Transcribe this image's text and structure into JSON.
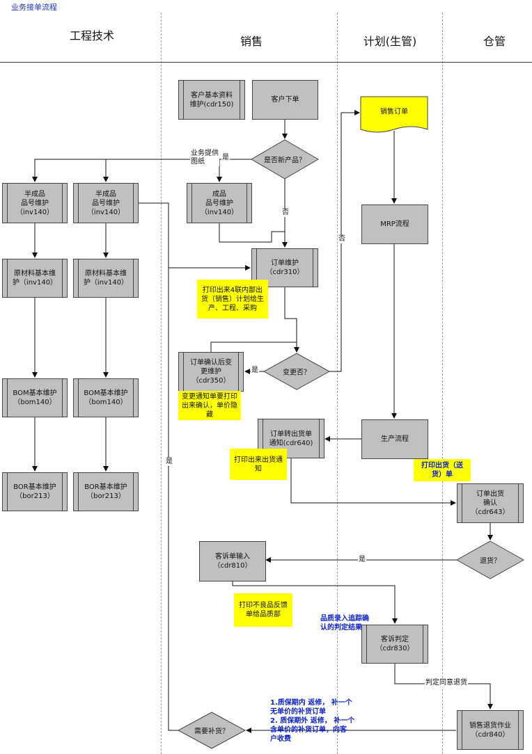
{
  "page_title": "业务接单流程",
  "lanes": [
    {
      "id": "engineering",
      "label": "工程技术"
    },
    {
      "id": "sales",
      "label": "销售"
    },
    {
      "id": "planning",
      "label": "计划(生管)"
    },
    {
      "id": "warehouse",
      "label": "仓管"
    }
  ],
  "nodes": {
    "semi1": "半成品\n品号维护\n（inv140）",
    "semi2": "半成品\n品号维护\n（inv140）",
    "raw1": "原材料基本维\n护（inv140）",
    "raw2": "原材料基本维\n护（inv140）",
    "bom1": "BOM基本维护\n（bom140）",
    "bom2": "BOM基本维护\n（bom140）",
    "bor1": "BOR基本维护\n（bor213）",
    "bor2": "BOR基本维护\n（bor213）",
    "customer_master": "客户基本资料\n维护(cdr150)",
    "customer_order": "客户下单",
    "is_new_product": "是否新产品？",
    "finished_product": "成品\n品号维护\n（inv140）",
    "order_maint": "订单维护\n（cdr310）",
    "order_change": "订单确认后变\n更维护\n（cdr350）",
    "changed": "变更否？",
    "order_to_ship": "订单转出货单\n通知(cdr640)",
    "complaint_input": "客诉单输入\n（cdr810）",
    "complaint_judge": "客诉判定\n（cdr830）",
    "need_replenish": "需要补货？",
    "sales_order_doc": "销售订单",
    "mrp": "MRP流程",
    "production": "生产流程",
    "ship_confirm": "订单出货\n确认\n（cdr643）",
    "return_q": "退货？",
    "sales_return": "销售退货作业\n（cdr840）"
  },
  "notes": {
    "print_order": "打印出来4联内部出\n货（销售）计划给生\n产、工程、采购",
    "print_change": "变更通知单要打印\n出来确认，单价隐\n藏",
    "print_ship_notice": "打印出来出货通\n知",
    "print_ship": "打印出货（送\n货）单",
    "print_defect": "打印不良品反馈\n单给品质部",
    "quality_result": "品质录入追踪确\n认的判定结果",
    "replenish_rules": "1.质保期内 返修， 补一个\n无单价的补货订单\n2. 质保期外 返修， 补一个\n含单价的补货订单，向客\n户收费"
  },
  "edge_labels": {
    "biz_provide": "业务提供\n图纸",
    "yes1": "是",
    "no1": "否",
    "no2": "否",
    "yes2": "是",
    "yes3": "是",
    "yes4": "是",
    "judge_return": "判定同意退货"
  }
}
